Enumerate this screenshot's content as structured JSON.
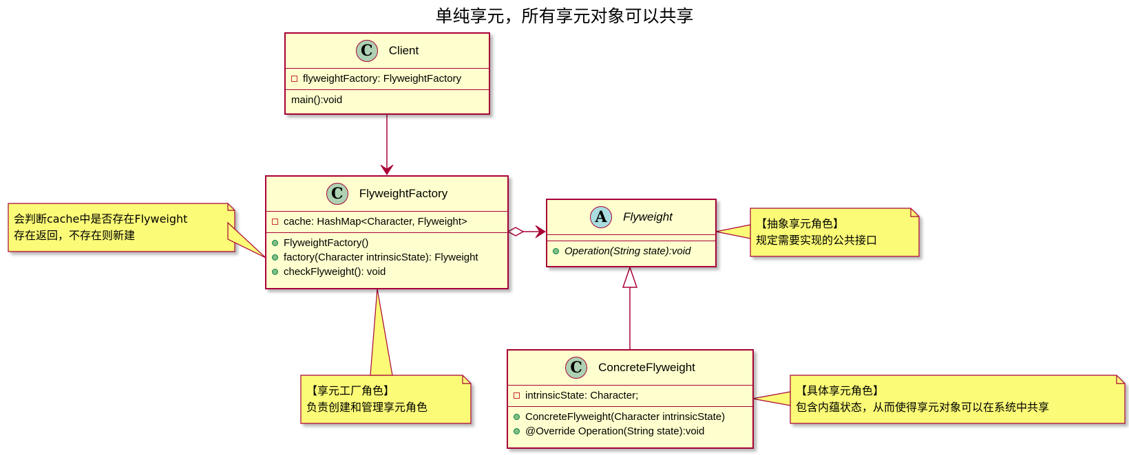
{
  "title": "单纯享元，所有享元对象可以共享",
  "classes": {
    "client": {
      "stereotype": "C",
      "name": "Client",
      "attributes": [
        {
          "visibility": "private",
          "text": "flyweightFactory: FlyweightFactory"
        }
      ],
      "methods": [
        {
          "visibility": "",
          "text": "main():void"
        }
      ]
    },
    "factory": {
      "stereotype": "C",
      "name": "FlyweightFactory",
      "attributes": [
        {
          "visibility": "private",
          "text": "cache: HashMap<Character, Flyweight>"
        }
      ],
      "methods": [
        {
          "visibility": "public",
          "text": "FlyweightFactory()"
        },
        {
          "visibility": "public",
          "text": "factory(Character intrinsicState): Flyweight"
        },
        {
          "visibility": "public",
          "text": "checkFlyweight(): void"
        }
      ]
    },
    "flyweight": {
      "stereotype": "A",
      "name": "Flyweight",
      "attributes": [],
      "methods": [
        {
          "visibility": "public",
          "text": "Operation(String state):void"
        }
      ]
    },
    "concrete": {
      "stereotype": "C",
      "name": "ConcreteFlyweight",
      "attributes": [
        {
          "visibility": "private",
          "text": "intrinsicState: Character;"
        }
      ],
      "methods": [
        {
          "visibility": "public",
          "text": "ConcreteFlyweight(Character intrinsicState)"
        },
        {
          "visibility": "public",
          "text": "@Override Operation(String state):void"
        }
      ]
    }
  },
  "notes": {
    "cache": {
      "lines": [
        "会判断cache中是否存在Flyweight",
        "存在返回，不存在则新建"
      ]
    },
    "factory_role": {
      "lines": [
        "【享元工厂角色】",
        "负责创建和管理享元角色"
      ]
    },
    "abstract_role": {
      "lines": [
        "【抽象享元角色】",
        "规定需要实现的公共接口"
      ]
    },
    "concrete_role": {
      "lines": [
        "【具体享元角色】",
        "包含内蕴状态，从而使得享元对象可以在系统中共享"
      ]
    }
  },
  "relations": [
    {
      "from": "Client",
      "to": "FlyweightFactory",
      "type": "association"
    },
    {
      "from": "FlyweightFactory",
      "to": "Flyweight",
      "type": "aggregation"
    },
    {
      "from": "ConcreteFlyweight",
      "to": "Flyweight",
      "type": "generalization"
    }
  ],
  "colors": {
    "class_fill": "#FEFECE",
    "class_border": "#A80036",
    "note_fill": "#FBFB77",
    "note_border": "#A80036",
    "class_icon": "#ADD1B2",
    "abstract_icon": "#A9DCDF",
    "private_marker": "#C82930",
    "public_marker": "#84BE84"
  }
}
